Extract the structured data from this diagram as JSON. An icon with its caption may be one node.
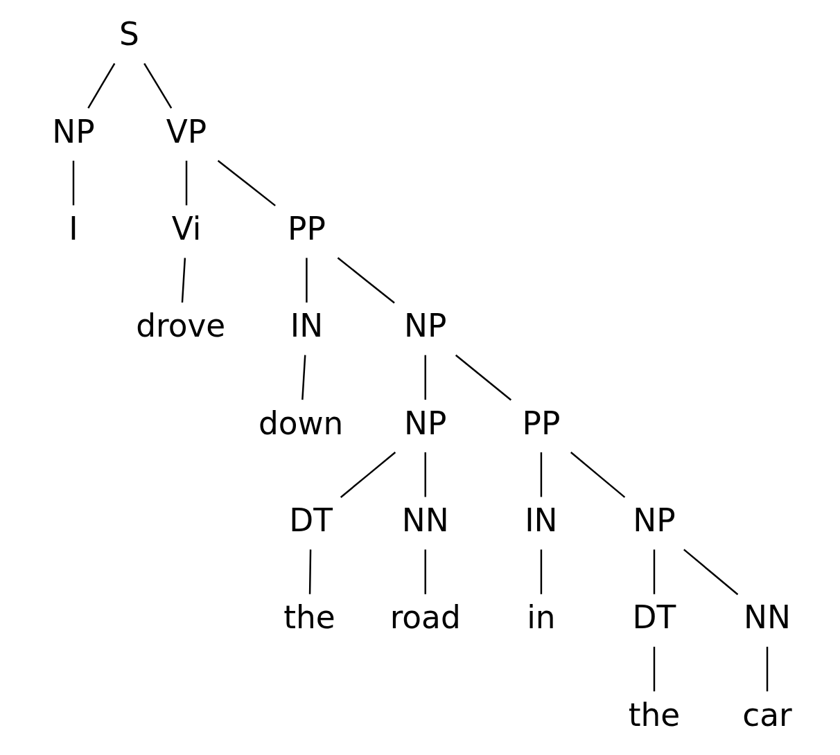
{
  "diagram": {
    "nodes": [
      {
        "text": [
          "S"
        ]
      },
      {
        "text": [
          "NP"
        ]
      },
      {
        "text": [
          "VP"
        ]
      },
      {
        "text": [
          "I"
        ]
      },
      {
        "text": [
          "Vi"
        ]
      },
      {
        "text": [
          "PP"
        ]
      },
      {
        "text": [
          "drove"
        ]
      },
      {
        "text": [
          "IN"
        ]
      },
      {
        "text": [
          "NP"
        ]
      },
      {
        "text": [
          "down"
        ]
      },
      {
        "text": [
          "NP"
        ]
      },
      {
        "text": [
          "PP"
        ]
      },
      {
        "text": [
          "DT"
        ]
      },
      {
        "text": [
          "NN"
        ]
      },
      {
        "text": [
          "IN"
        ]
      },
      {
        "text": [
          "NP"
        ]
      },
      {
        "text": [
          "the"
        ]
      },
      {
        "text": [
          "road"
        ]
      },
      {
        "text": [
          "in"
        ]
      },
      {
        "text": [
          "DT"
        ]
      },
      {
        "text": [
          "NN"
        ]
      },
      {
        "text": [
          "the"
        ]
      },
      {
        "text": [
          "car"
        ]
      }
    ],
    "edges": [
      {
        "from": 0,
        "to": 1,
        "arrow": "none"
      },
      {
        "from": 0,
        "to": 2,
        "arrow": "none"
      },
      {
        "from": 1,
        "to": 3,
        "arrow": "none"
      },
      {
        "from": 2,
        "to": 4,
        "arrow": "none"
      },
      {
        "from": 2,
        "to": 5,
        "arrow": "none"
      },
      {
        "from": 4,
        "to": 6,
        "arrow": "none"
      },
      {
        "from": 5,
        "to": 7,
        "arrow": "none"
      },
      {
        "from": 5,
        "to": 8,
        "arrow": "none"
      },
      {
        "from": 7,
        "to": 9,
        "arrow": "none"
      },
      {
        "from": 8,
        "to": 10,
        "arrow": "none"
      },
      {
        "from": 8,
        "to": 11,
        "arrow": "none"
      },
      {
        "from": 10,
        "to": 12,
        "arrow": "none"
      },
      {
        "from": 10,
        "to": 13,
        "arrow": "none"
      },
      {
        "from": 11,
        "to": 14,
        "arrow": "none"
      },
      {
        "from": 11,
        "to": 15,
        "arrow": "none"
      },
      {
        "from": 12,
        "to": 16,
        "arrow": "none"
      },
      {
        "from": 13,
        "to": 17,
        "arrow": "none"
      },
      {
        "from": 14,
        "to": 18,
        "arrow": "none"
      },
      {
        "from": 15,
        "to": 19,
        "arrow": "none"
      },
      {
        "from": 15,
        "to": 20,
        "arrow": "none"
      },
      {
        "from": 19,
        "to": 21,
        "arrow": "none"
      },
      {
        "from": 20,
        "to": 22,
        "arrow": "none"
      }
    ]
  }
}
